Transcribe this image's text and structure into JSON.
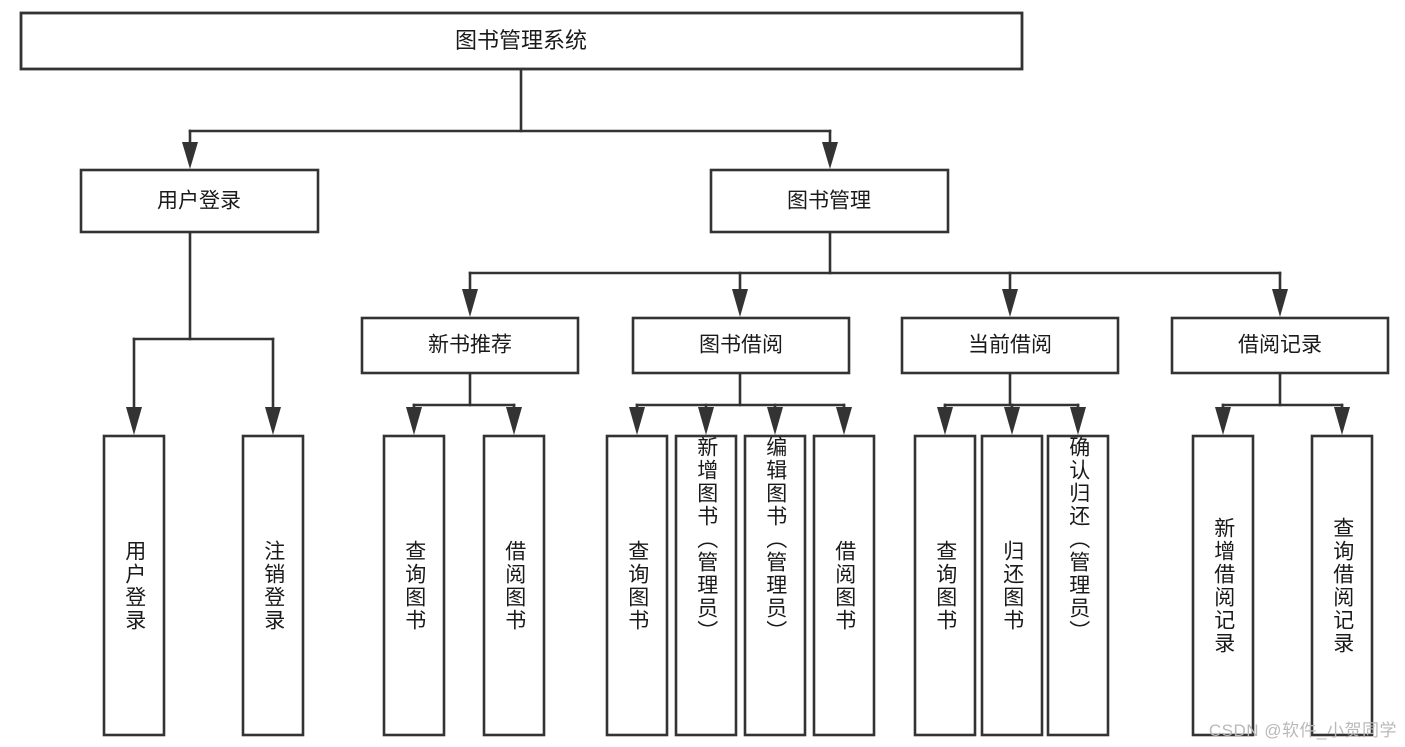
{
  "diagram": {
    "title": "图书管理系统",
    "type": "tree-hierarchy-diagram",
    "watermark": "CSDN @软件_小贺同学",
    "colors": {
      "stroke": "#333333",
      "fill": "#ffffff",
      "text": "#1a1a1a",
      "watermark": "#b9b9b9"
    },
    "levels": {
      "level1": [
        {
          "id": "root",
          "label": "图书管理系统"
        }
      ],
      "level2": [
        {
          "id": "user-login",
          "label": "用户登录"
        },
        {
          "id": "book-management",
          "label": "图书管理"
        }
      ],
      "level3": [
        {
          "id": "new-book-recommend",
          "label": "新书推荐"
        },
        {
          "id": "book-borrow",
          "label": "图书借阅"
        },
        {
          "id": "current-borrow",
          "label": "当前借阅"
        },
        {
          "id": "borrow-record",
          "label": "借阅记录"
        }
      ],
      "level4": [
        {
          "id": "leaf-user-login",
          "label": "用户登录",
          "parent": "user-login"
        },
        {
          "id": "leaf-logout-login",
          "label": "注销登录",
          "parent": "user-login"
        },
        {
          "id": "leaf-query-book-1",
          "label": "查询图书",
          "parent": "new-book-recommend"
        },
        {
          "id": "leaf-borrow-book-1",
          "label": "借阅图书",
          "parent": "new-book-recommend"
        },
        {
          "id": "leaf-query-book-2",
          "label": "查询图书",
          "parent": "book-borrow"
        },
        {
          "id": "leaf-add-book",
          "label": "新增图书（管理员）",
          "parent": "book-borrow"
        },
        {
          "id": "leaf-edit-book",
          "label": "编辑图书（管理员）",
          "parent": "book-borrow"
        },
        {
          "id": "leaf-borrow-book-2",
          "label": "借阅图书",
          "parent": "book-borrow"
        },
        {
          "id": "leaf-query-book-3",
          "label": "查询图书",
          "parent": "current-borrow"
        },
        {
          "id": "leaf-return-book",
          "label": "归还图书",
          "parent": "current-borrow"
        },
        {
          "id": "leaf-confirm-return",
          "label": "确认归还（管理员）",
          "parent": "current-borrow"
        },
        {
          "id": "leaf-add-record",
          "label": "新增借阅记录",
          "parent": "borrow-record"
        },
        {
          "id": "leaf-query-record",
          "label": "查询借阅记录",
          "parent": "borrow-record"
        }
      ]
    }
  }
}
